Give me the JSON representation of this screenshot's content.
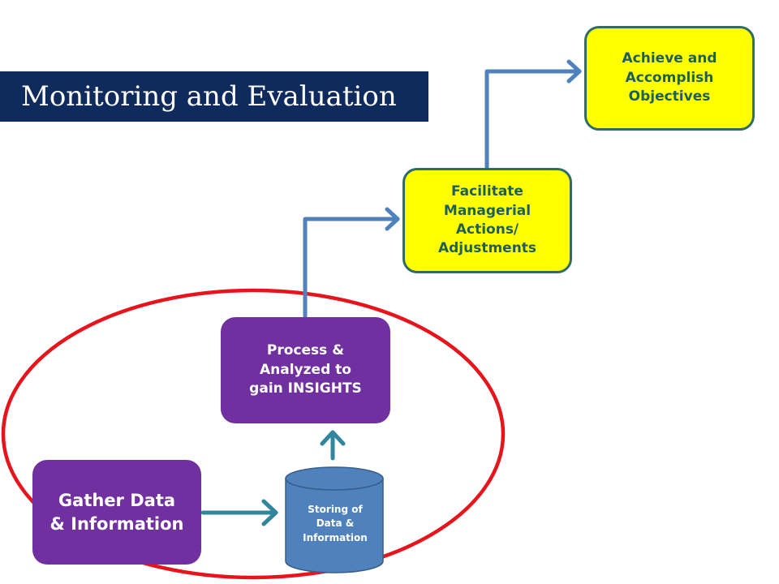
{
  "title": "Monitoring and Evaluation",
  "colors": {
    "title_bg": "#0f2a5c",
    "purple": "#7030a0",
    "yellow": "#ffff00",
    "teal_border": "#2f6c68",
    "blue_arrow": "#4f81bd",
    "teal_arrow": "#31859c",
    "cylinder": "#4f81bd",
    "ellipse": "#e8141c"
  },
  "nodes": {
    "gather": "Gather Data\n& Information",
    "storing": "Storing of\nData &\nInformation",
    "process": "Process &\nAnalyzed to\ngain INSIGHTS",
    "facilitate": "Facilitate\nManagerial\nActions/\nAdjustments",
    "achieve": "Achieve and\nAccomplish\nObjectives"
  }
}
